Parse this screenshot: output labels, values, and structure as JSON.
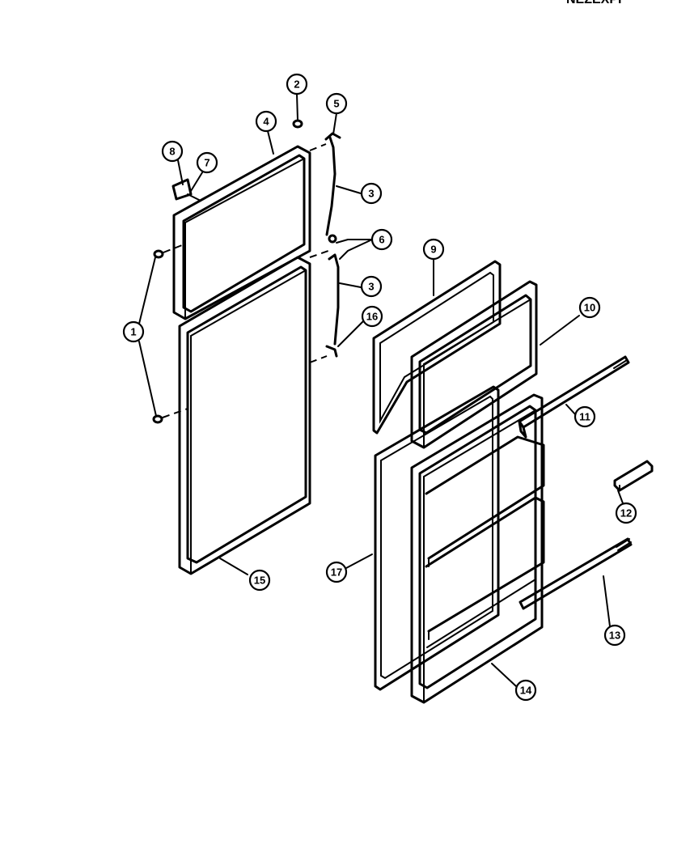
{
  "header": {
    "code": "NEZEXPI"
  },
  "callouts": {
    "p1": "1",
    "p2": "2",
    "p3a": "3",
    "p3b": "3",
    "p4": "4",
    "p5": "5",
    "p6": "6",
    "p7": "7",
    "p8": "8",
    "p9": "9",
    "p10": "10",
    "p11": "11",
    "p12": "12",
    "p13": "13",
    "p14": "14",
    "p15": "15",
    "p16": "16",
    "p17": "17"
  }
}
